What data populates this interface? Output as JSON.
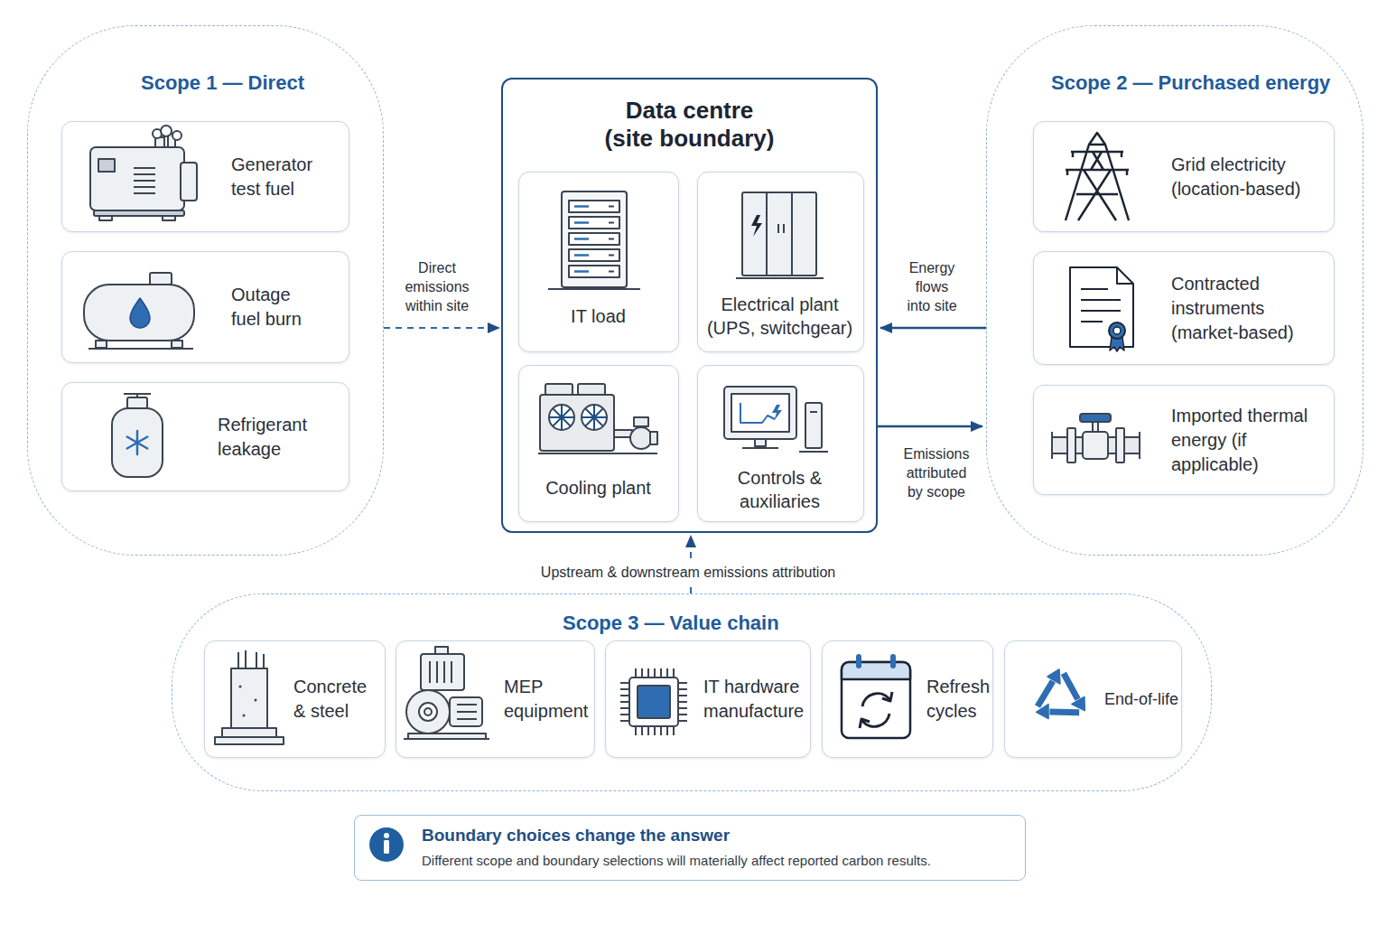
{
  "diagram": {
    "nodes": [
      {
        "text": [
          "Scope 1 — Direct"
        ]
      },
      {
        "text": [
          "Generator test fuel"
        ],
        "in": 0
      },
      {
        "text": [
          "Outage fuel burn"
        ],
        "in": 0
      },
      {
        "text": [
          "Refrigerant leakage"
        ],
        "in": 0
      },
      {
        "text": [
          "Data centre (site boundary)"
        ]
      },
      {
        "text": [
          "IT load"
        ],
        "in": 4
      },
      {
        "text": [
          "Electrical plant (UPS, switchgear)"
        ],
        "in": 4
      },
      {
        "text": [
          "Cooling plant"
        ],
        "in": 4
      },
      {
        "text": [
          "Controls & auxiliaries"
        ],
        "in": 4
      },
      {
        "text": [
          "Scope 2 — Purchased energy"
        ]
      },
      {
        "text": [
          "Grid electricity (location-based)"
        ],
        "in": 9
      },
      {
        "text": [
          "Contracted instruments (market-based)"
        ],
        "in": 9
      },
      {
        "text": [
          "Imported thermal energy (if applicable)"
        ],
        "in": 9
      },
      {
        "text": [
          "Scope 3 — Value chain"
        ]
      },
      {
        "text": [
          "Concrete & steel"
        ],
        "in": 13
      },
      {
        "text": [
          "MEP equipment"
        ],
        "in": 13
      },
      {
        "text": [
          "IT hardware manufacture"
        ],
        "in": 13
      },
      {
        "text": [
          "Refresh cycles"
        ],
        "in": 13
      },
      {
        "text": [
          "End-of-life"
        ],
        "in": 13
      },
      {
        "text": [
          "Boundary choices change the answer",
          "Different scope and boundary selections will materially affect reported carbon results."
        ]
      }
    ],
    "edges": [
      {
        "from": 0,
        "to": 4,
        "label": "Direct emissions within site",
        "arrow": "to"
      },
      {
        "from": 9,
        "to": 4,
        "label": "Energy flows into site",
        "arrow": "to"
      },
      {
        "from": 4,
        "to": 9,
        "label": "Emissions attributed by scope",
        "arrow": "to"
      },
      {
        "from": 13,
        "to": 4,
        "label": "Upstream & downstream emissions attribution",
        "arrow": "to"
      }
    ]
  }
}
